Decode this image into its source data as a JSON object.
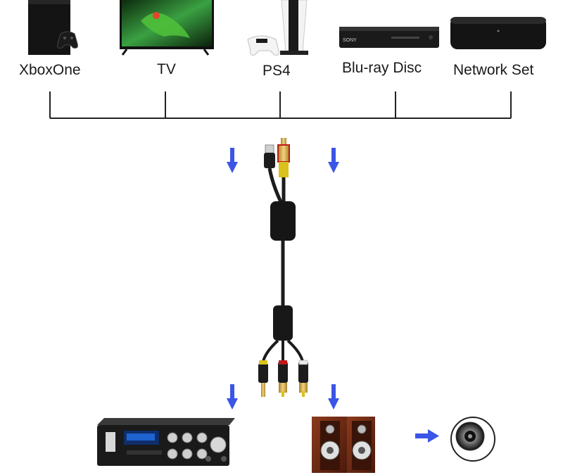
{
  "sources": [
    {
      "id": "xbox",
      "label": "XboxOne",
      "icon": "xbox-console-icon"
    },
    {
      "id": "tv",
      "label": "TV",
      "icon": "tv-icon"
    },
    {
      "id": "ps4",
      "label": "PS4",
      "icon": "ps-console-icon"
    },
    {
      "id": "bluray",
      "label": "Blu-ray Disc",
      "icon": "bluray-player-icon"
    },
    {
      "id": "network",
      "label": "Network Set",
      "icon": "network-box-icon"
    }
  ],
  "devices": {
    "bluray_brand": "SONY"
  },
  "colors": {
    "arrow": "#3b55e6",
    "line": "#222222",
    "cable": "#1c1c1c",
    "gold": "#d7b35a",
    "rca_red": "#c01818",
    "rca_yellow": "#d9c21b",
    "rca_white": "#e9e9e9",
    "speaker_wood": "#6b2a15"
  },
  "icons": {
    "down_arrows": [
      "arrow-down-icon",
      "arrow-down-icon",
      "arrow-down-icon",
      "arrow-down-icon"
    ],
    "right_arrow": "arrow-right-icon",
    "optical_port": "optical-port-icon",
    "amplifier": "amplifier-icon",
    "speakers": "speakers-icon"
  }
}
